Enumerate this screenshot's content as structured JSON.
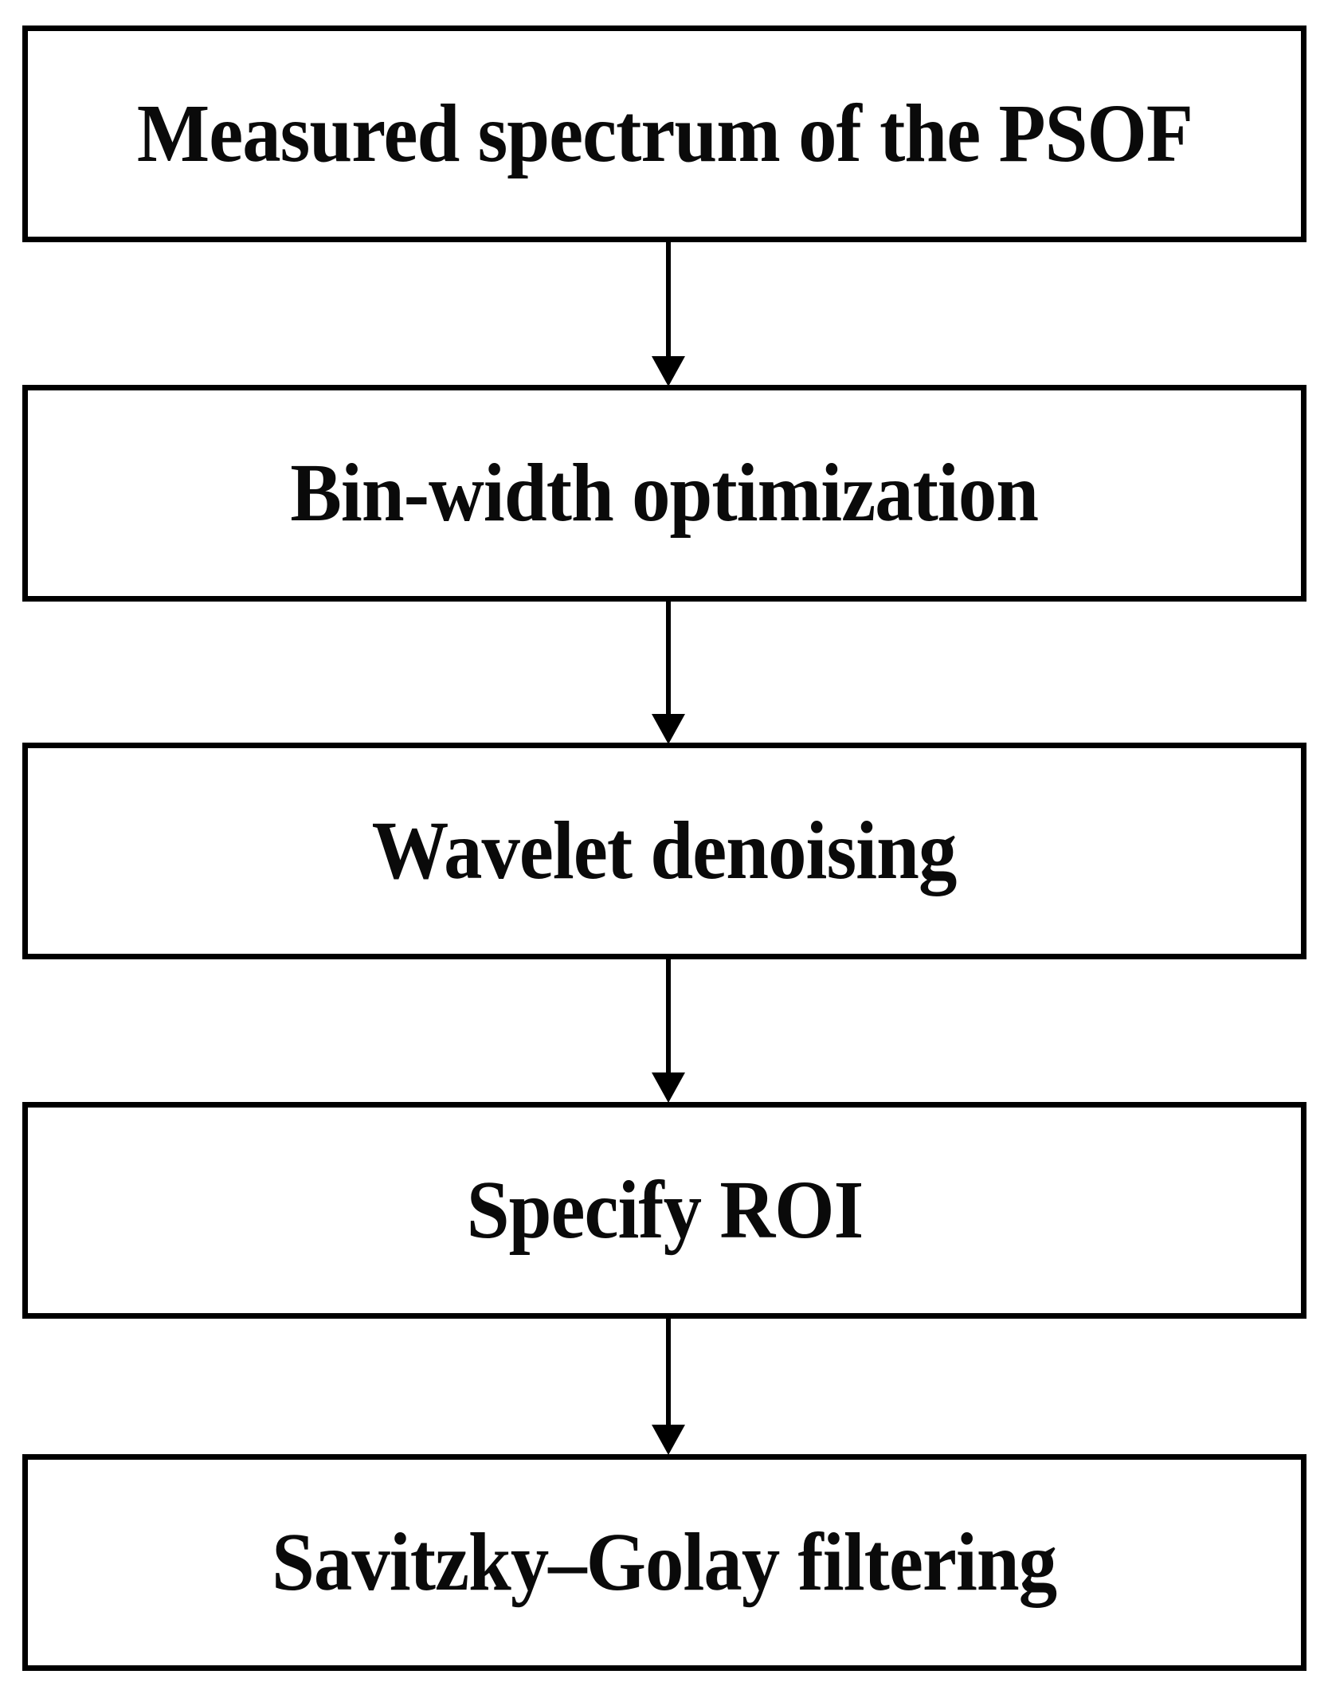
{
  "diagram": {
    "type": "flowchart",
    "orientation": "vertical",
    "title": "",
    "colors": {
      "border": "#000000",
      "fill": "#FFFFFF",
      "text": "#0A0A0A",
      "connector": "#000000"
    },
    "nodes": [
      {
        "id": "node-1",
        "label": "Measured spectrum of the PSOF",
        "shape": "rectangle"
      },
      {
        "id": "node-2",
        "label": "Bin-width  optimization",
        "shape": "rectangle"
      },
      {
        "id": "node-3",
        "label": "Wavelet denoising",
        "shape": "rectangle"
      },
      {
        "id": "node-4",
        "label": "Specify ROI",
        "shape": "rectangle"
      },
      {
        "id": "node-5",
        "label": "Savitzky–Golay  filtering",
        "shape": "rectangle"
      }
    ],
    "edges": [
      {
        "id": "edge-1",
        "from": "node-1",
        "to": "node-2",
        "label": "",
        "arrow": "down"
      },
      {
        "id": "edge-2",
        "from": "node-2",
        "to": "node-3",
        "label": "",
        "arrow": "down"
      },
      {
        "id": "edge-3",
        "from": "node-3",
        "to": "node-4",
        "label": "",
        "arrow": "down"
      },
      {
        "id": "edge-4",
        "from": "node-4",
        "to": "node-5",
        "label": "",
        "arrow": "down"
      }
    ]
  }
}
